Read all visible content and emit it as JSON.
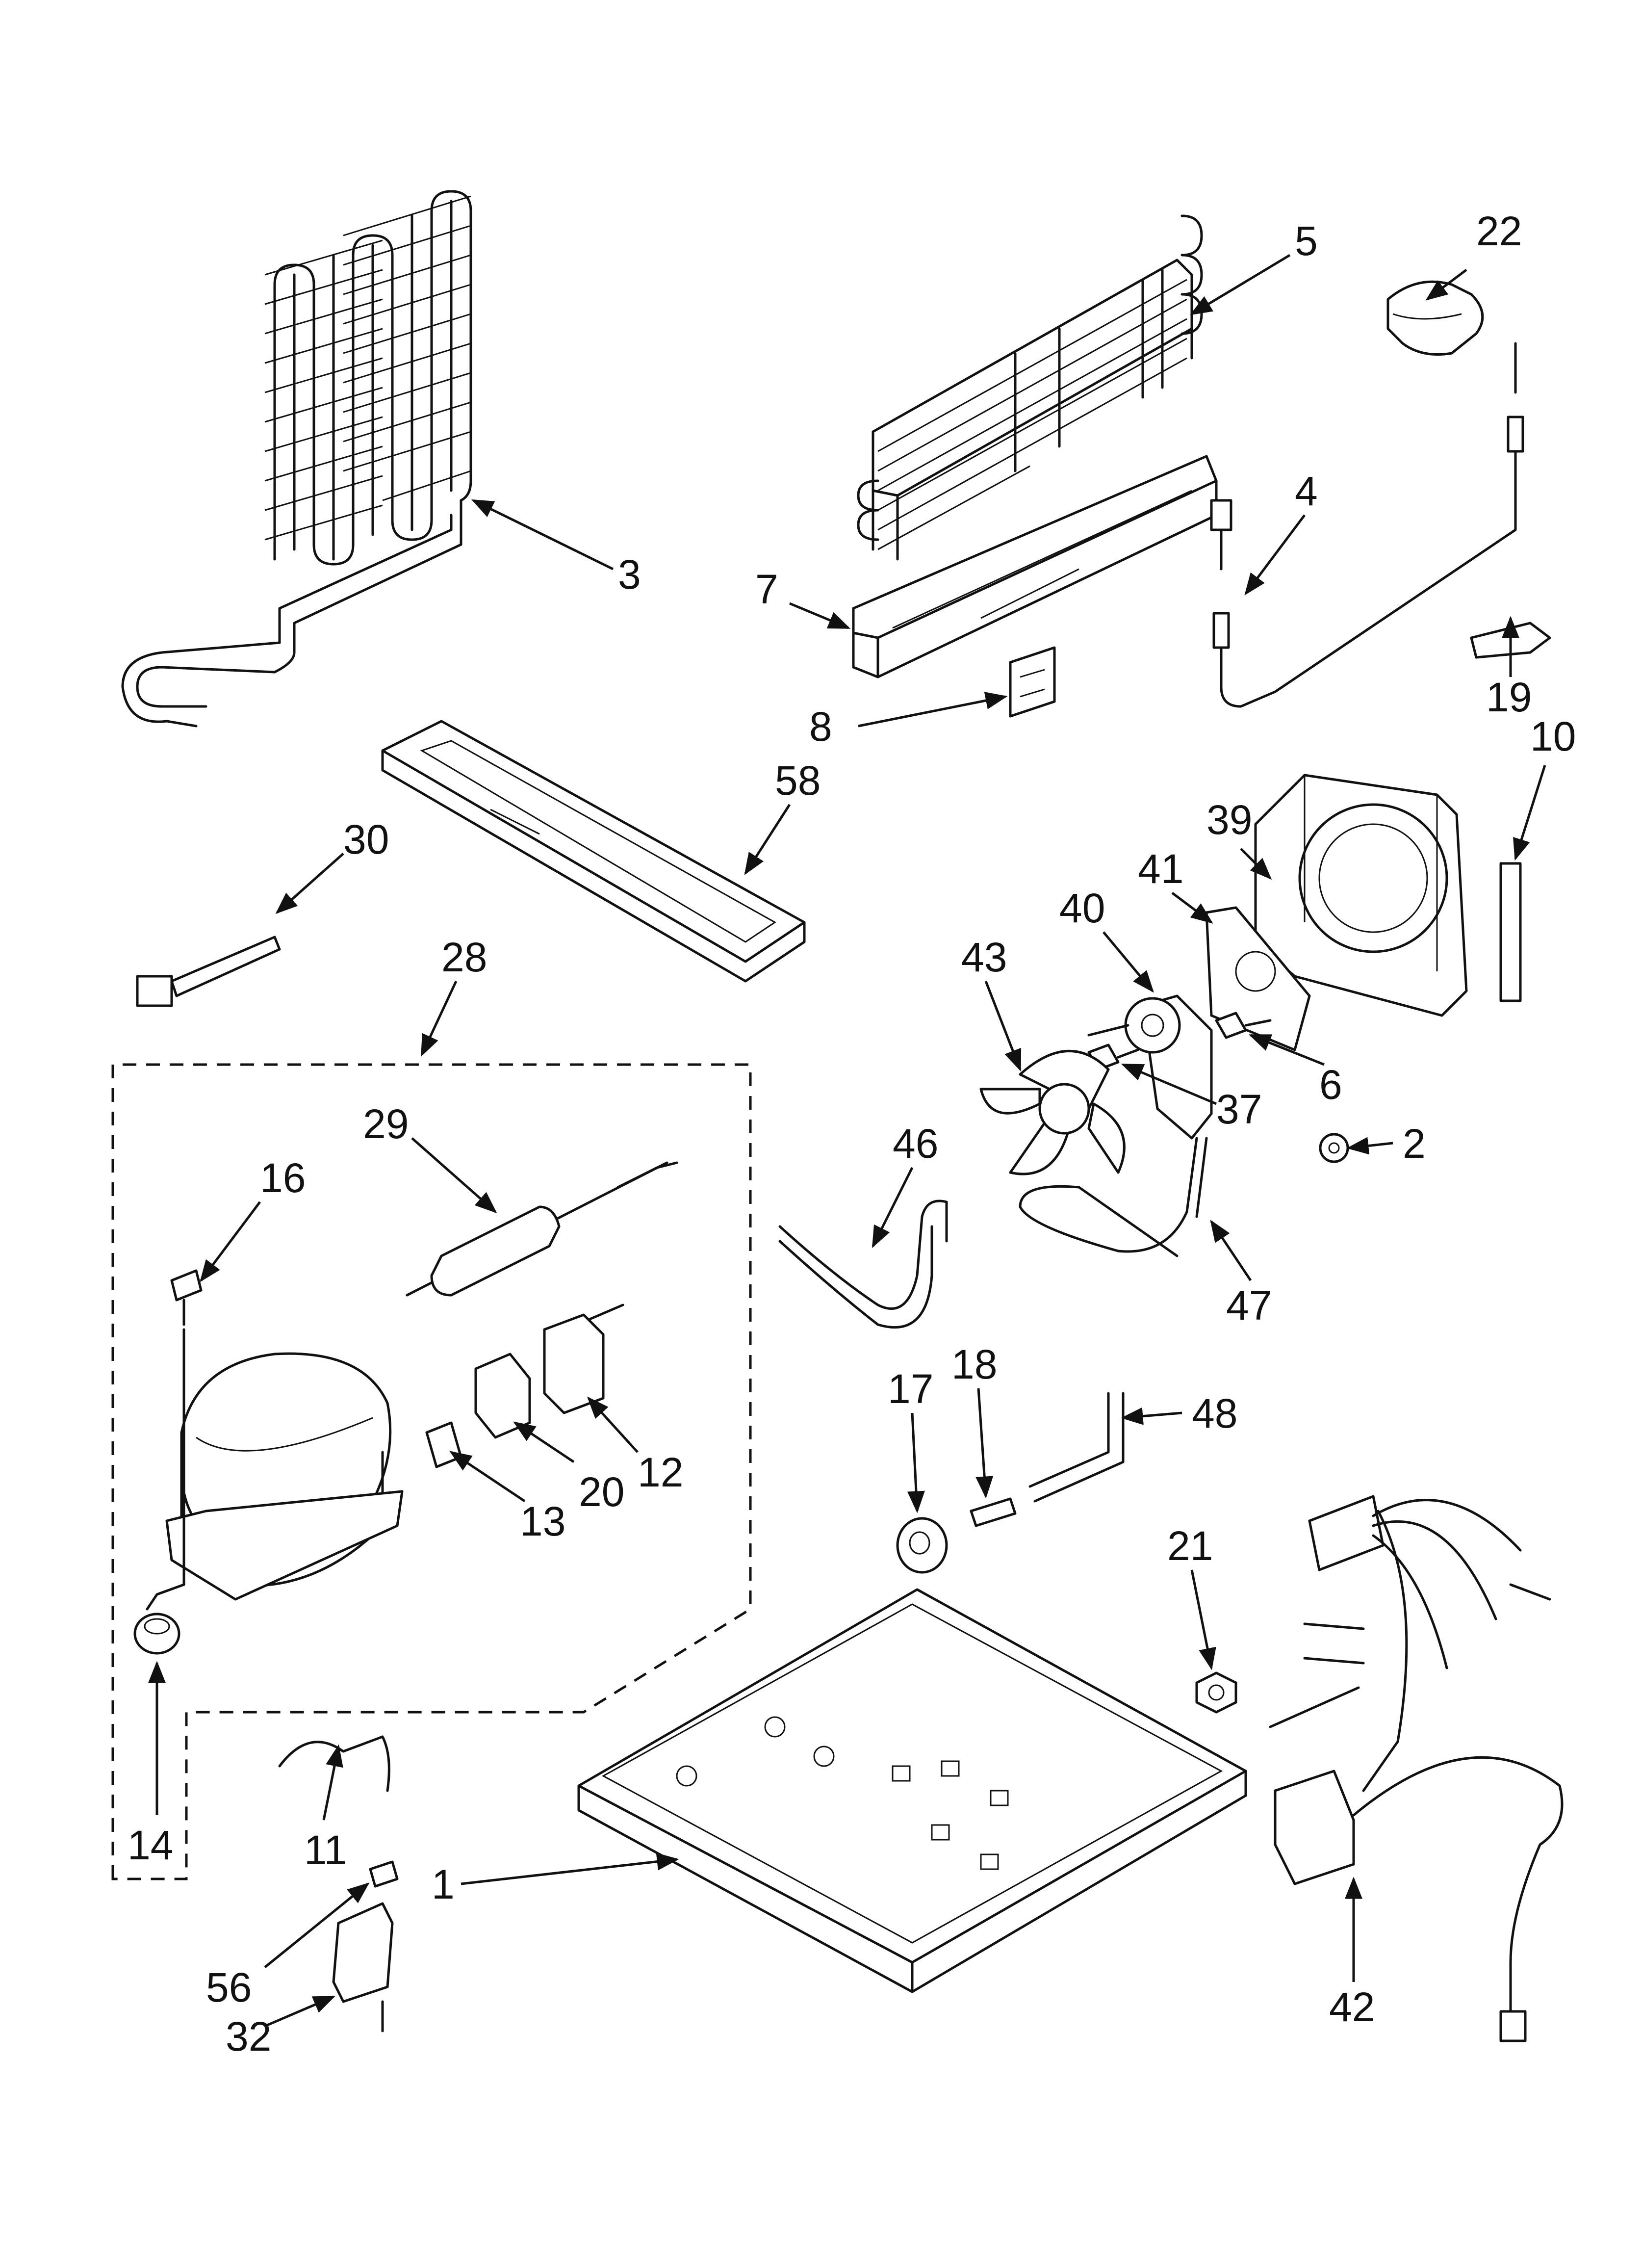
{
  "callouts": {
    "c1": "1",
    "c2": "2",
    "c3": "3",
    "c4": "4",
    "c5": "5",
    "c6": "6",
    "c7": "7",
    "c8": "8",
    "c10": "10",
    "c11": "11",
    "c12": "12",
    "c13": "13",
    "c14": "14",
    "c16": "16",
    "c17": "17",
    "c18": "18",
    "c19": "19",
    "c20": "20",
    "c21": "21",
    "c22": "22",
    "c28": "28",
    "c29": "29",
    "c30": "30",
    "c32": "32",
    "c37": "37",
    "c39": "39",
    "c40": "40",
    "c41": "41",
    "c42": "42",
    "c43": "43",
    "c46": "46",
    "c47": "47",
    "c48": "48",
    "c56": "56",
    "c58": "58"
  },
  "colors": {
    "line": "#111111",
    "background": "#ffffff"
  }
}
